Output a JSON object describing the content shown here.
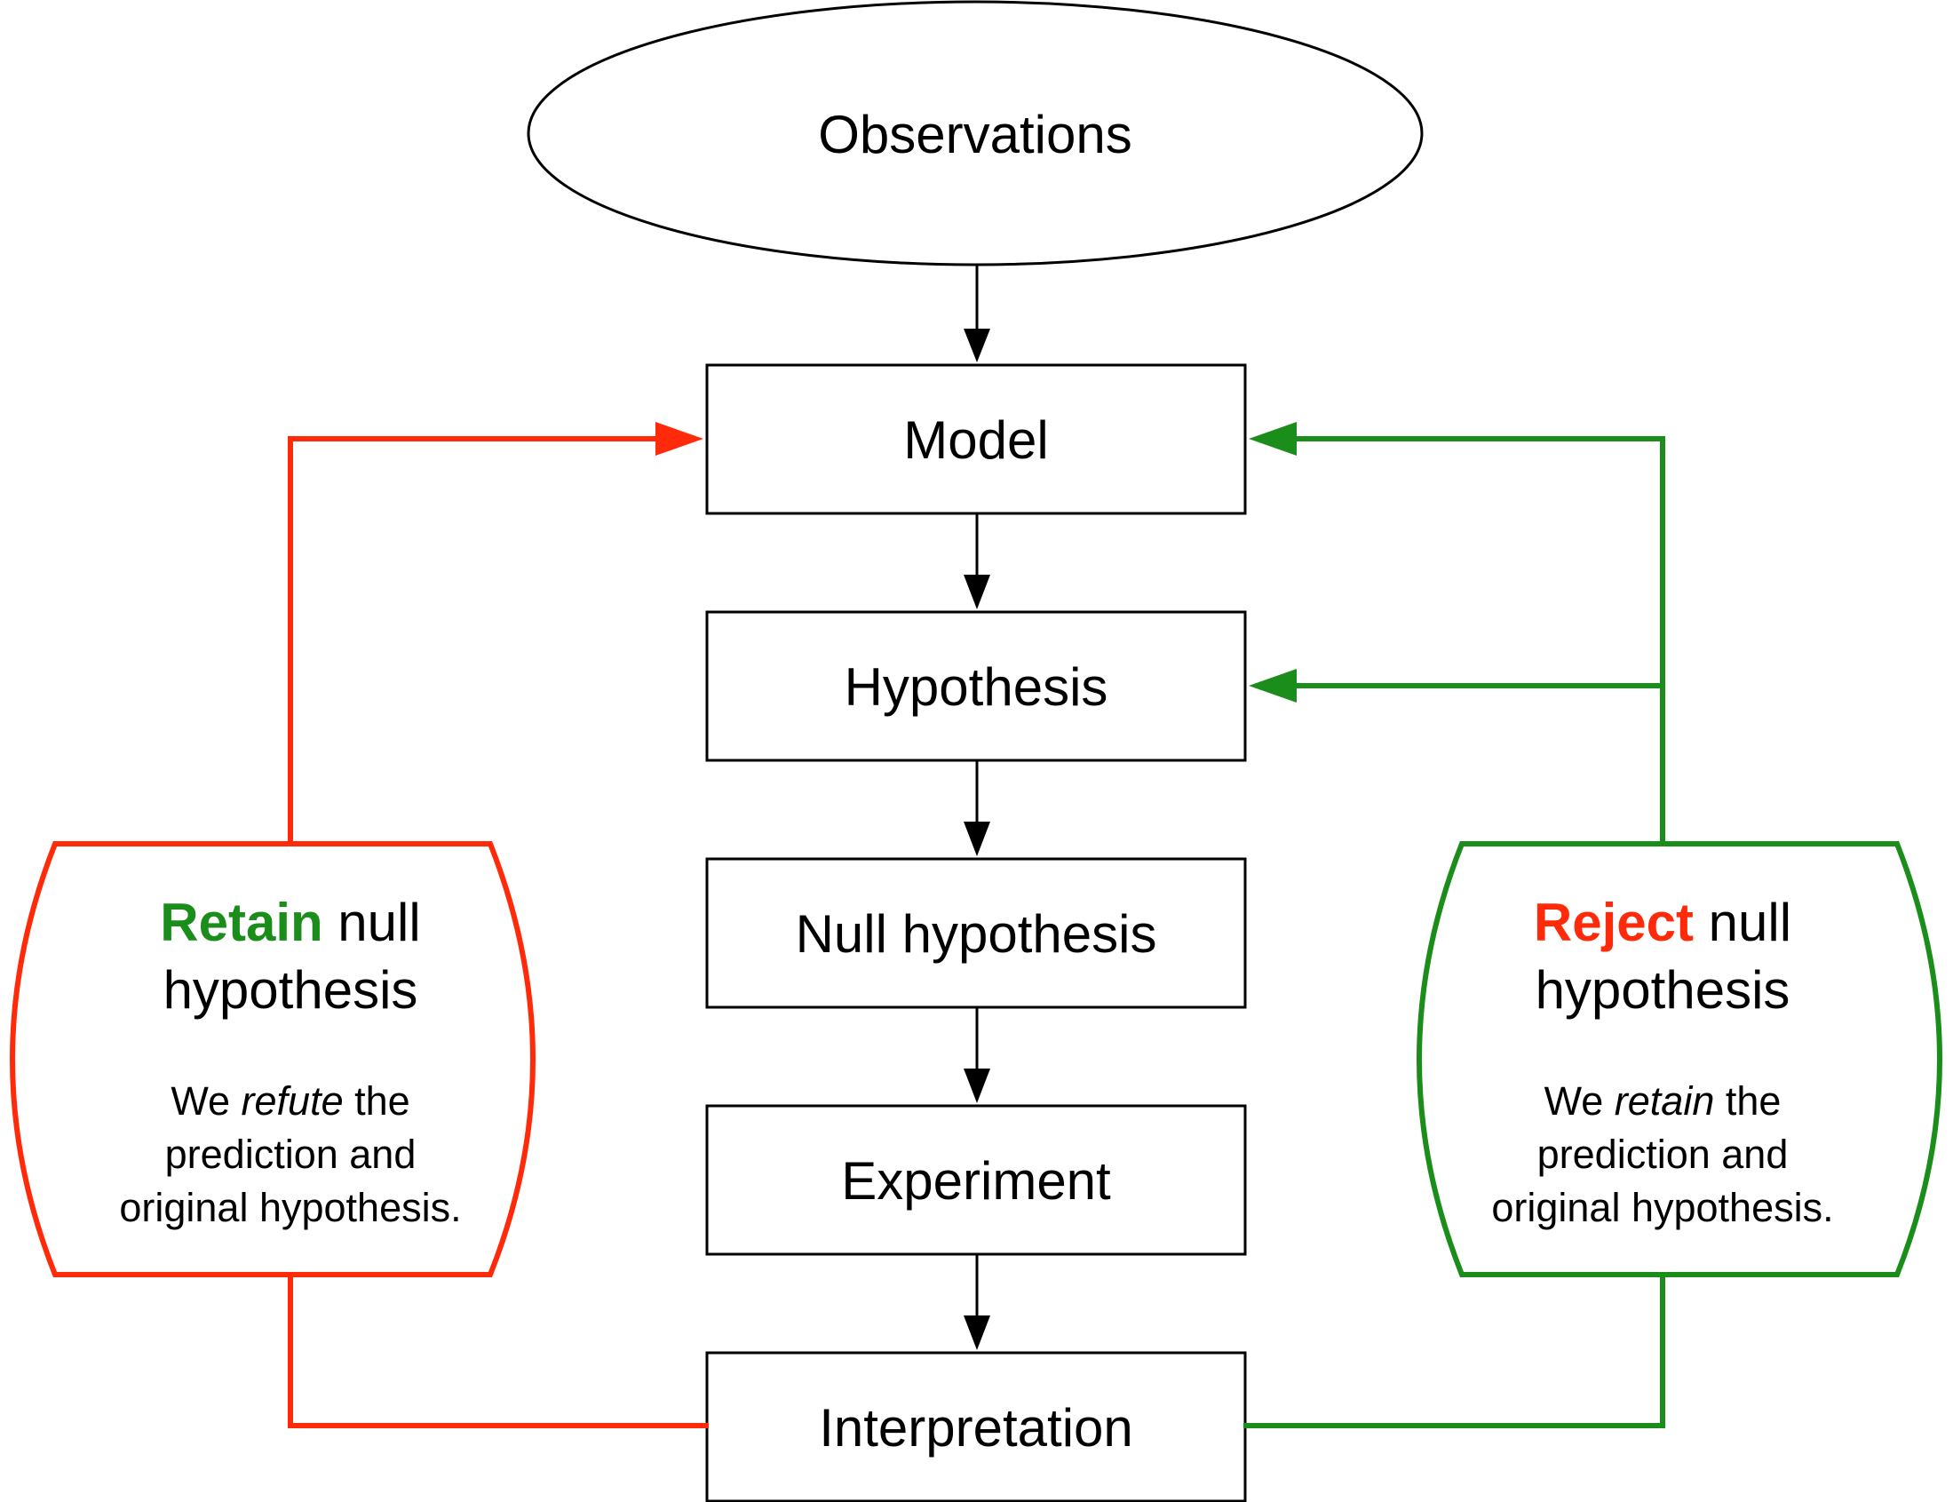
{
  "colors": {
    "stroke": "#000000",
    "red": "#ff2a0a",
    "green": "#1a8d1a",
    "background": "#ffffff"
  },
  "nodes": {
    "observations": "Observations",
    "model": "Model",
    "hypothesis": "Hypothesis",
    "null_hypothesis": "Null hypothesis",
    "experiment": "Experiment",
    "interpretation": "Interpretation"
  },
  "retain": {
    "highlight": "Retain",
    "title_rest": " null",
    "title_line2": "hypothesis",
    "body_we": "We ",
    "body_verb": "refute",
    "body_the": " the",
    "body_line2": "prediction and",
    "body_line3": "original hypothesis."
  },
  "reject": {
    "highlight": "Reject",
    "title_rest": " null",
    "title_line2": "hypothesis",
    "body_we": "We ",
    "body_verb": "retain",
    "body_the": " the",
    "body_line2": "prediction and",
    "body_line3": "original hypothesis."
  }
}
